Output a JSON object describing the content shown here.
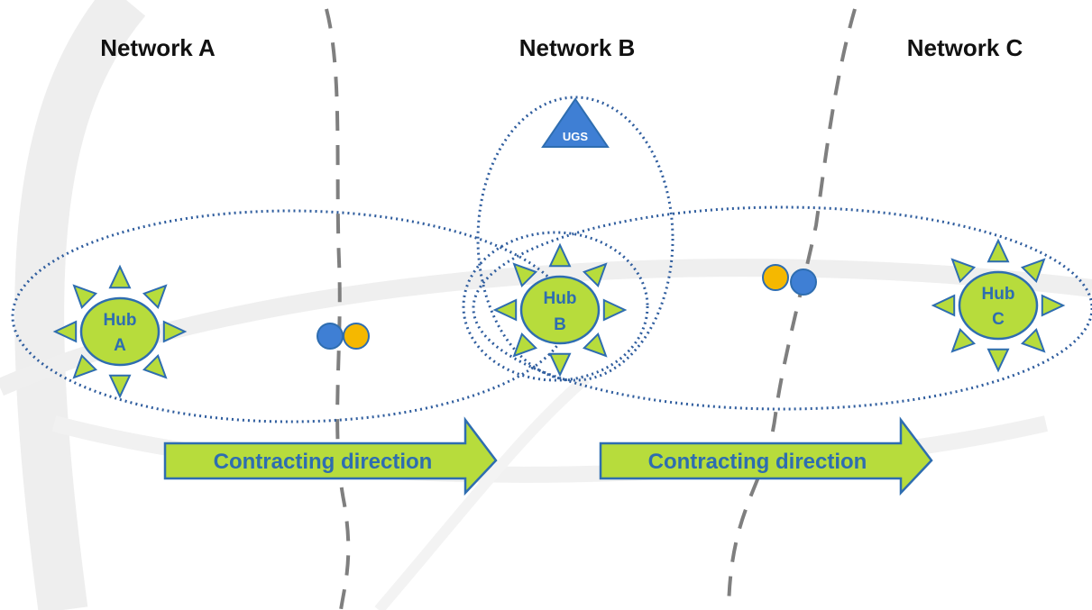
{
  "networks": [
    {
      "title": "Network A",
      "hub_line1": "Hub",
      "hub_line2": "A"
    },
    {
      "title": "Network B",
      "hub_line1": "Hub",
      "hub_line2": "B"
    },
    {
      "title": "Network C",
      "hub_line1": "Hub",
      "hub_line2": "C"
    }
  ],
  "ugs_label": "UGS",
  "arrow_label": "Contracting direction",
  "colors": {
    "hub_fill": "#b7dc3c",
    "hub_stroke": "#2e6db0",
    "dot_blue": "#3f7fd4",
    "dot_orange": "#f5b800",
    "ellipse_stroke": "#2f5d9e",
    "border_dash": "#7f7f7f"
  }
}
